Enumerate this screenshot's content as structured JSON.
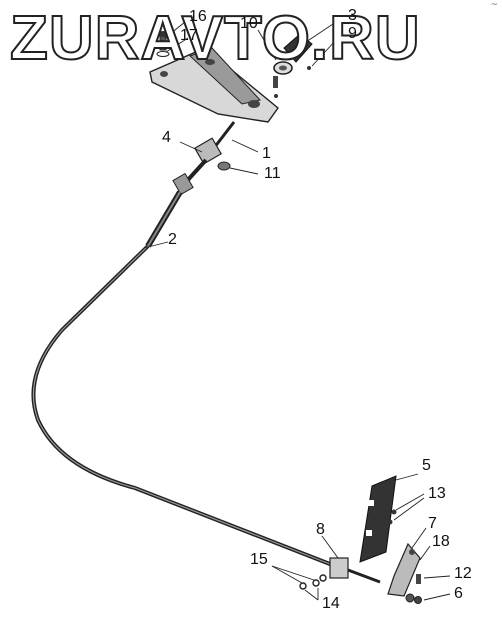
{
  "watermark": {
    "text": "ZURAVTO.RU"
  },
  "corner_mark": "~",
  "callouts": {
    "c1": "1",
    "c2": "2",
    "c3": "3",
    "c4": "4",
    "c5": "5",
    "c6": "6",
    "c7": "7",
    "c8": "8",
    "c9": "9",
    "c10": "10",
    "c11": "11",
    "c12": "12",
    "c13": "13",
    "c14": "14",
    "c15": "15",
    "c16": "16",
    "c17": "17",
    "c18": "18"
  }
}
